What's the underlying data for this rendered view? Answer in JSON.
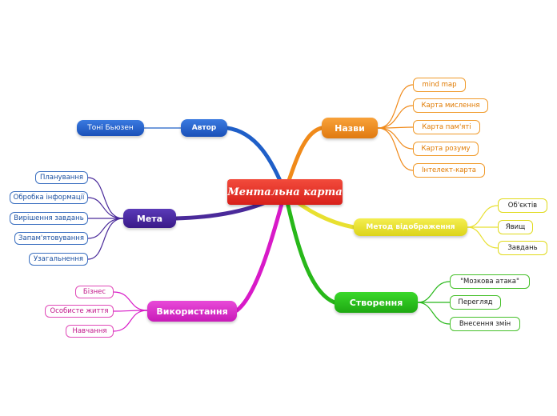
{
  "center": {
    "label": "Ментальна карта"
  },
  "branches": {
    "author": {
      "label": "Автор",
      "children": [
        "Тоні Бьюзен"
      ]
    },
    "names": {
      "label": "Назви",
      "children": [
        "mind map",
        "Карта мислення",
        "Карта пам'яті",
        "Карта розуму",
        "Інтелект-карта"
      ]
    },
    "goal": {
      "label": "Мета",
      "children": [
        "Планування",
        "Обробка інформації",
        "Вирішення завдань",
        "Запам'ятовування",
        "Узагальнення"
      ]
    },
    "method": {
      "label": "Метод відображення",
      "children": [
        "Об'єктів",
        "Явищ",
        "Завдань"
      ]
    },
    "creation": {
      "label": "Створення",
      "children": [
        "\"Мозкова атака\"",
        "Перегляд",
        "Внесення змін"
      ]
    },
    "usage": {
      "label": "Використання",
      "children": [
        "Бізнес",
        "Особисте життя",
        "Навчання"
      ]
    }
  },
  "colors": {
    "center": "#e0221c",
    "author": "#1f5fc8",
    "names": "#f08a1a",
    "goal": "#4a2a9a",
    "method": "#e8e030",
    "creation": "#28b81a",
    "usage": "#d81ac8"
  }
}
